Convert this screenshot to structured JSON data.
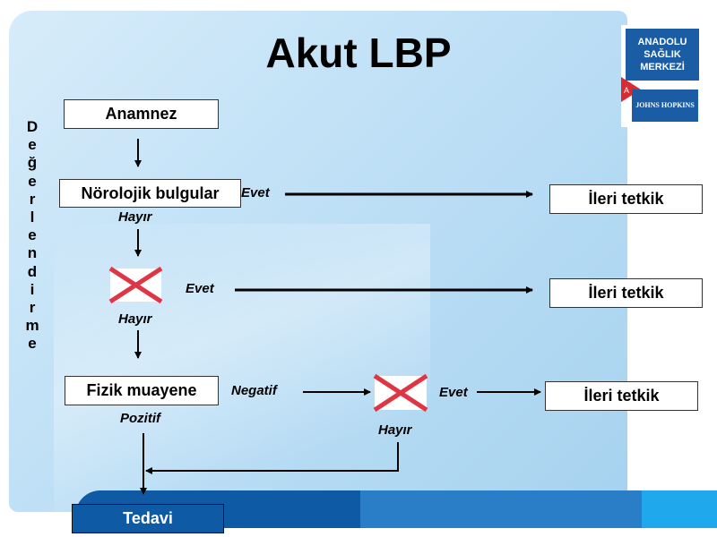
{
  "title": "Akut LBP",
  "side_label": [
    "D",
    "e",
    "ğ",
    "e",
    "r",
    "l",
    "e",
    "n",
    "d",
    "i",
    "r",
    "m",
    "e"
  ],
  "logo": {
    "line1": "ANADOLU",
    "line2": "SAĞLIK",
    "line3": "MERKEZİ",
    "partner": "JOHNS HOPKINS"
  },
  "nodes": {
    "anamnez": "Anamnez",
    "norolojik": "Nörolojik bulgular",
    "fizik": "Fizik muayene",
    "tedavi": "Tedavi",
    "ileri1": "İleri tetkik",
    "ileri2": "İleri tetkik",
    "ileri3": "İleri tetkik"
  },
  "labels": {
    "evet1": "Evet",
    "hayir1": "Hayır",
    "evet2": "Evet",
    "hayir2": "Hayır",
    "negatif": "Negatif",
    "evet3": "Evet",
    "hayir3": "Hayır",
    "pozitif": "Pozitif"
  },
  "colors": {
    "cross": "#e03545",
    "accent": "#0e5aa5",
    "arrow": "#000000"
  }
}
